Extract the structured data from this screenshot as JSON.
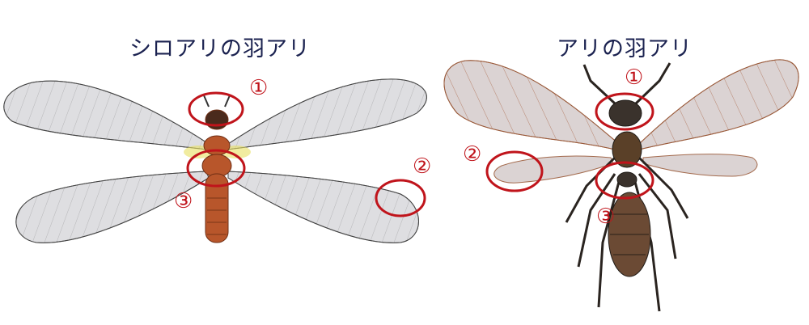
{
  "termite": {
    "title": "シロアリの羽アリ",
    "markers": [
      "①",
      "②",
      "③"
    ]
  },
  "ant": {
    "title": "アリの羽アリ",
    "markers": [
      "①",
      "②",
      "③"
    ]
  },
  "colors": {
    "title": "#1b2250",
    "marker": "#c0141b",
    "termite_wing": "#d9d9dc",
    "ant_wing": "#d8cfcf",
    "termite_body": "#b8562b",
    "ant_body": "#3a322c"
  }
}
